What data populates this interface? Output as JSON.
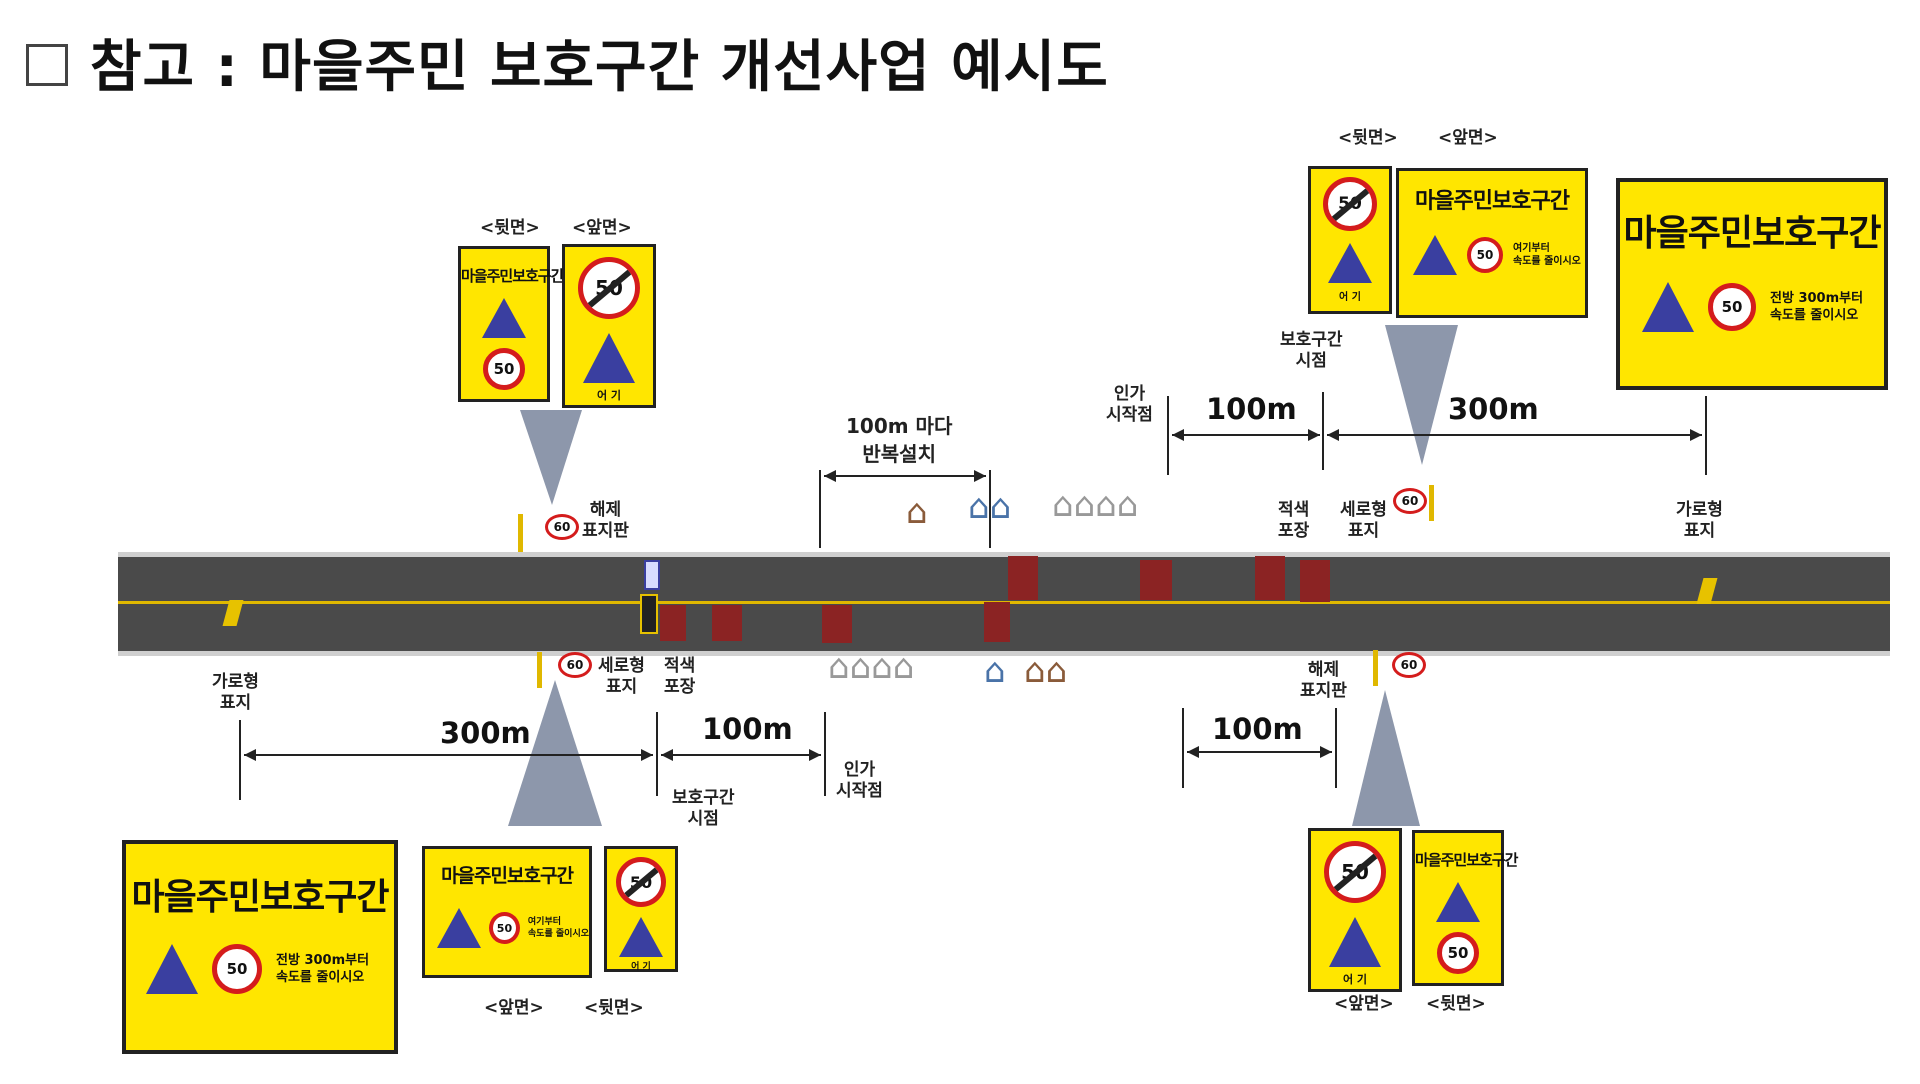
{
  "title": "참고 : 마을주민 보호구간 개선사업 예시도",
  "sign_text": {
    "zone_name": "마을주민보호구간",
    "msg_here_line1": "여기부터",
    "msg_here_line2": "속도를 줄이시오",
    "msg_ahead_line1": "전방 300m부터",
    "msg_ahead_line2": "속도를 줄이시오",
    "speed": "50",
    "release_speed": "60",
    "caption": "어 기"
  },
  "face_labels": {
    "back": "<뒷면>",
    "front": "<앞면>"
  },
  "labels": {
    "release_sign_l1": "해제",
    "release_sign_l2": "표지판",
    "vertical_sign_l1": "세로형",
    "vertical_sign_l2": "표지",
    "red_paving_l1": "적색",
    "red_paving_l2": "포장",
    "horizontal_sign_l1": "가로형",
    "horizontal_sign_l2": "표지",
    "zone_start_l1": "보호구간",
    "zone_start_l2": "시점",
    "village_start_l1": "인가",
    "village_start_l2": "시작점",
    "repeat_l1": "100m 마다",
    "repeat_l2": "반복설치"
  },
  "distances": {
    "d300": "300m",
    "d100": "100m"
  },
  "colors": {
    "sign_yellow": "#ffe600",
    "road_gray": "#4a4a4a",
    "center_line": "#e0b800",
    "red_paving": "#8b2323",
    "speed_ring": "#d41c1c",
    "pedestrian_blue": "#3a3fa0",
    "beam_gray": "#8d97ab"
  },
  "icons": [
    "pedestrian-triangle-icon",
    "speed-limit-icon",
    "house-icon",
    "delineator-icon"
  ]
}
